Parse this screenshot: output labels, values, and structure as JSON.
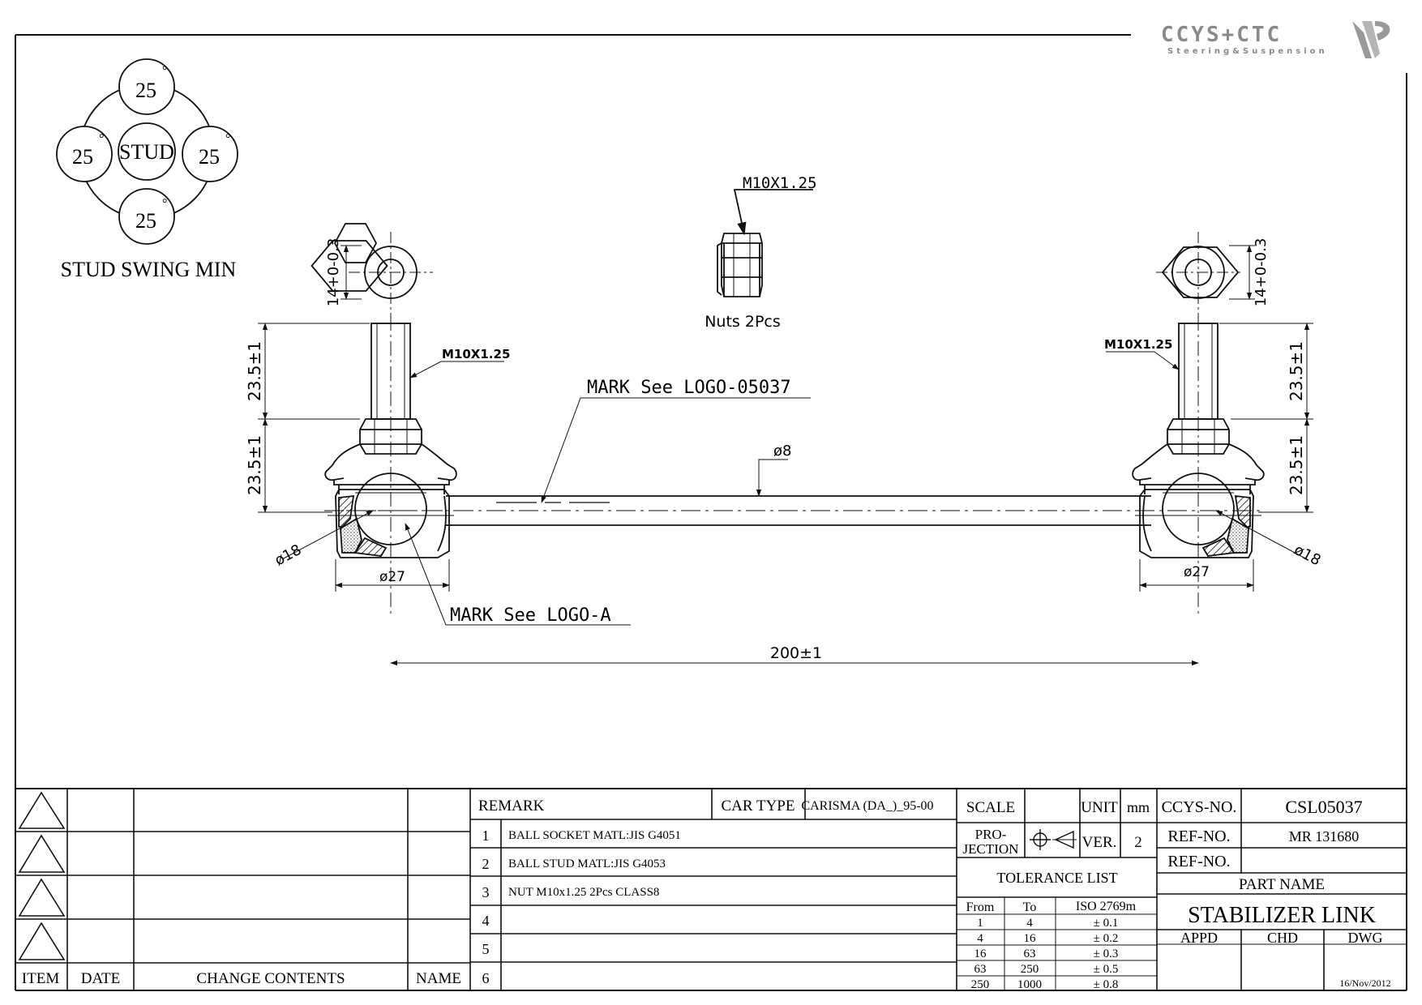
{
  "logo": {
    "brand": "CCYS+CTC",
    "tagline": "Steering&Suspension"
  },
  "swing": {
    "center_label": "STUD",
    "angle_top": "25",
    "angle_left": "25",
    "angle_right": "25",
    "angle_bottom": "25",
    "degree_symbol": "°",
    "caption": "STUD SWING MIN"
  },
  "labels": {
    "nut_thread": "M10X1.25",
    "nuts_caption": "Nuts 2Pcs",
    "stud_thread_left": "M10X1.25",
    "stud_thread_right": "M10X1.25",
    "mark_logo_top": "MARK See LOGO-05037",
    "mark_logo_bottom": "MARK See LOGO-A",
    "hex_left": "14+0-0.3",
    "hex_right": "14+0-0.3",
    "stud_len_left": "23.5±1",
    "body_len_left": "23.5±1",
    "stud_len_right": "23.5±1",
    "body_len_right": "23.5±1",
    "rod_dia": "ø8",
    "ball_left": "ø18",
    "ball_right": "ø18",
    "socket_left": "ø27",
    "socket_right": "ø27",
    "overall": "200±1"
  },
  "revision_table": {
    "headers": [
      "ITEM",
      "DATE",
      "CHANGE CONTENTS",
      "NAME"
    ]
  },
  "remarks": {
    "header": "REMARK",
    "car_type_label": "CAR TYPE",
    "car_type_value": "CARISMA (DA_)_95-00",
    "rows": [
      {
        "no": "1",
        "text": "BALL SOCKET MATL:JIS G4051"
      },
      {
        "no": "2",
        "text": "BALL STUD MATL:JIS G4053"
      },
      {
        "no": "3",
        "text": "NUT M10x1.25 2Pcs CLASS8"
      },
      {
        "no": "4",
        "text": ""
      },
      {
        "no": "5",
        "text": ""
      },
      {
        "no": "6",
        "text": ""
      }
    ]
  },
  "spec": {
    "scale_label": "SCALE",
    "unit_label": "UNIT",
    "unit_value": "mm",
    "projection_label_1": "PRO-",
    "projection_label_2": "JECTION",
    "ver_label": "VER.",
    "ver_value": "2",
    "tolerance_title": "TOLERANCE LIST",
    "tol_headers": [
      "From",
      "To",
      "ISO 2769m"
    ],
    "tol_rows": [
      [
        "1",
        "4",
        "± 0.1"
      ],
      [
        "4",
        "16",
        "± 0.2"
      ],
      [
        "16",
        "63",
        "± 0.3"
      ],
      [
        "63",
        "250",
        "± 0.5"
      ],
      [
        "250",
        "1000",
        "± 0.8"
      ]
    ]
  },
  "title_block": {
    "ccys_label": "CCYS-NO.",
    "ccys_value": "CSL05037",
    "ref1_label": "REF-NO.",
    "ref1_value": "MR 131680",
    "ref2_label": "REF-NO.",
    "ref2_value": "",
    "part_name_label": "PART NAME",
    "part_name_value": "STABILIZER LINK",
    "appd_label": "APPD",
    "chd_label": "CHD",
    "dwg_label": "DWG",
    "date": "16/Nov/2012"
  }
}
